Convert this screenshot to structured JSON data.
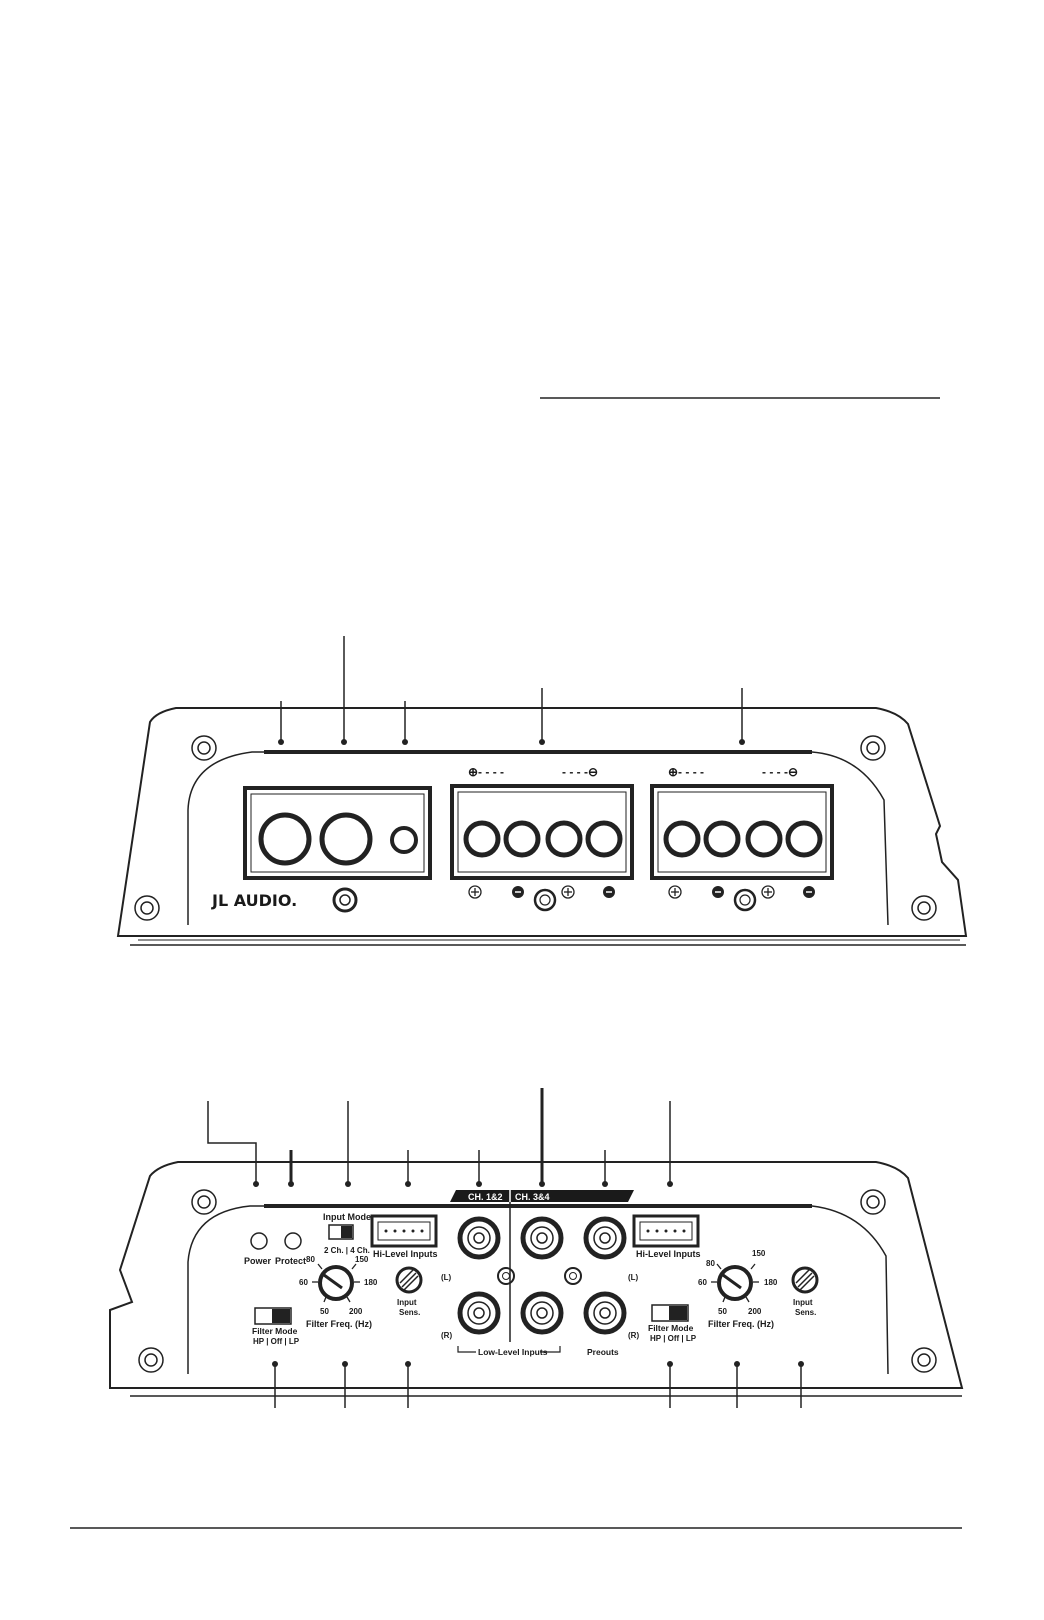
{
  "top_panel": {
    "brand": "JL AUDIO.",
    "speaker_terminal_signs": [
      "⊕- - - -",
      "- - - -⊖",
      "⊕- - - -",
      "- - - -⊖"
    ]
  },
  "bottom_panel": {
    "power_label": "Power",
    "protect_label": "Protect",
    "input_mode_label": "Input Mode",
    "input_mode_options": "2 Ch. | 4 Ch.",
    "hi_level_left_label": "Hi-Level Inputs",
    "hi_level_right_label": "Hi-Level Inputs",
    "ch12_tag": "CH. 1&2",
    "ch34_tag": "CH. 3&4",
    "left_marker_l": "(L)",
    "left_marker_r": "(R)",
    "right_marker_l": "(L)",
    "right_marker_r": "(R)",
    "low_level_label": "Low-Level Inputs",
    "preouts_label": "Preouts",
    "filter_freq_label": "Filter Freq. (Hz)",
    "filter_freq_label_2": "Filter Freq. (Hz)",
    "freq_ticks_left": [
      "80",
      "150",
      "60",
      "180",
      "50",
      "200"
    ],
    "freq_ticks_right": [
      "80",
      "150",
      "60",
      "180",
      "50",
      "200"
    ],
    "input_sens_line1": "Input",
    "input_sens_line2": "Sens.",
    "filter_mode_label": "Filter Mode",
    "filter_mode_options": "HP | Off | LP"
  }
}
